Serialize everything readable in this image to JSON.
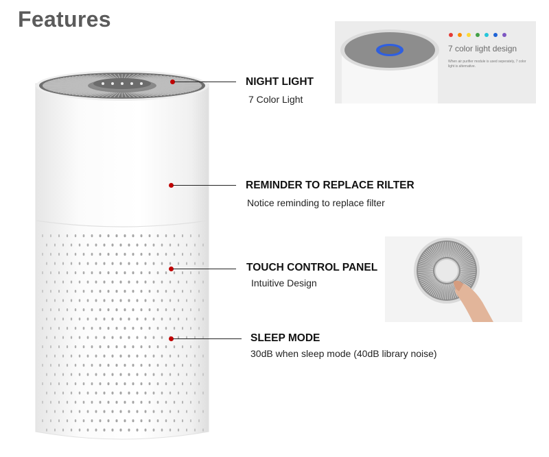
{
  "title": "Features",
  "features": [
    {
      "id": "night-light",
      "title": "NIGHT LIGHT",
      "desc": "7 Color Light"
    },
    {
      "id": "filter-reminder",
      "title": "REMINDER TO REPLACE RILTER",
      "desc": "Notice reminding to replace filter"
    },
    {
      "id": "touch-control",
      "title": "TOUCH CONTROL PANEL",
      "desc": "Intuitive Design"
    },
    {
      "id": "sleep-mode",
      "title": "SLEEP MODE",
      "desc": "30dB when sleep mode  (40dB library noise)"
    }
  ],
  "inset_light": {
    "caption": "7 color light design",
    "note": "When air purifier module is used seperately, 7 color light is alternative.",
    "light_colors": [
      "#e53935",
      "#fb8c00",
      "#fdd835",
      "#43a047",
      "#26c6da",
      "#1e63d6",
      "#7e57c2"
    ]
  },
  "colors": {
    "accent_dot": "#c00000",
    "title_gray": "#5b5b5b"
  }
}
